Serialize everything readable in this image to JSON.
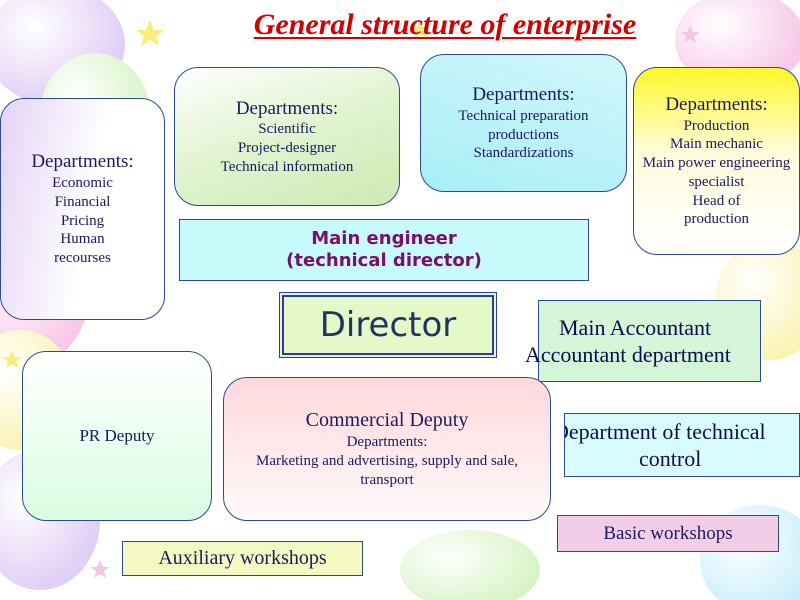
{
  "title": "General structure of enterprise",
  "econ": {
    "heading": "Departments:",
    "lines": [
      "Economic",
      "Financial",
      "Pricing",
      "Human",
      "recourses"
    ]
  },
  "sci": {
    "heading": "Departments:",
    "lines": [
      "Scientific",
      "Project-designer",
      "Technical  information"
    ]
  },
  "tech": {
    "heading": "Departments:",
    "lines": [
      "Technical  preparation",
      "productions",
      "Standardizations"
    ]
  },
  "prod": {
    "heading": "Departments:",
    "lines": [
      "Production",
      "Main mechanic",
      "Main power engineering",
      "specialist",
      "Head of",
      "production"
    ]
  },
  "main_engineer": {
    "line1": "Main engineer",
    "line2": "(technical director)"
  },
  "director": "Director",
  "accountant": {
    "line1": "Main Accountant",
    "line2": "Accountant  department"
  },
  "pr_deputy": "PR Deputy",
  "commercial": {
    "heading": "Commercial Deputy",
    "sub": "Departments:",
    "detail": "Marketing  and  advertising,  supply  and  sale, transport"
  },
  "tech_control": {
    "line1": "Department of technical",
    "line2": "control"
  },
  "basic_workshops": "Basic workshops",
  "auxiliary_workshops": "Auxiliary workshops",
  "colors": {
    "title": "#d40000",
    "text": "#1a1a5e",
    "main_engineer_text": "#7b0d6b",
    "border": "#2f4a8c"
  }
}
